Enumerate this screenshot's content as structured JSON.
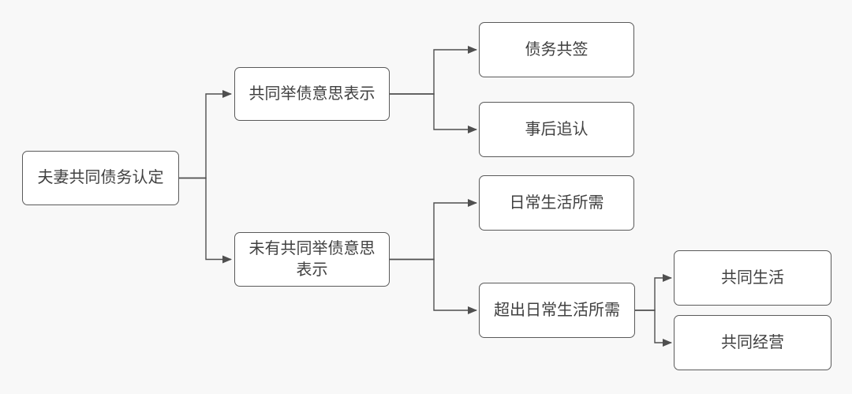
{
  "diagram": {
    "colors": {
      "background": "#f8f8f8",
      "node_fill": "#ffffff",
      "node_border": "#5a5a5a",
      "connector": "#4f4f4f",
      "text": "#404040"
    },
    "nodes": {
      "root": {
        "label": "夫妻共同债务认定"
      },
      "joint_intent": {
        "label": "共同举债意思表示"
      },
      "co_sign": {
        "label": "债务共签"
      },
      "ratify": {
        "label": "事后追认"
      },
      "no_joint_intent": {
        "label": "未有共同举债意思表示"
      },
      "daily_needs": {
        "label": "日常生活所需"
      },
      "beyond_daily": {
        "label": "超出日常生活所需"
      },
      "joint_life": {
        "label": "共同生活"
      },
      "joint_business": {
        "label": "共同经营"
      }
    },
    "edges": [
      {
        "from": "夫妻共同债务认定",
        "to": "共同举债意思表示"
      },
      {
        "from": "夫妻共同债务认定",
        "to": "未有共同举债意思表示"
      },
      {
        "from": "共同举债意思表示",
        "to": "债务共签"
      },
      {
        "from": "共同举债意思表示",
        "to": "事后追认"
      },
      {
        "from": "未有共同举债意思表示",
        "to": "日常生活所需"
      },
      {
        "from": "未有共同举债意思表示",
        "to": "超出日常生活所需"
      },
      {
        "from": "超出日常生活所需",
        "to": "共同生活"
      },
      {
        "from": "超出日常生活所需",
        "to": "共同经营"
      }
    ]
  }
}
